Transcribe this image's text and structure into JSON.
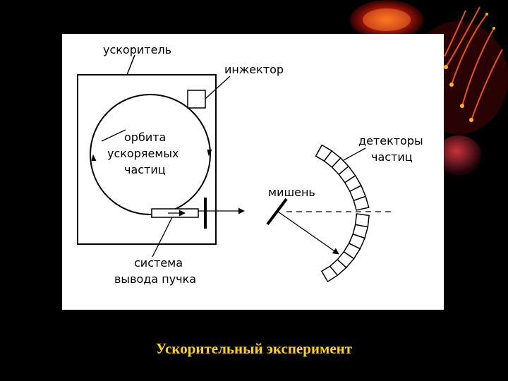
{
  "slide": {
    "caption": "Ускорительный эксперимент",
    "caption_color": "#ffd700",
    "background": "#000000"
  },
  "diagram": {
    "labels": {
      "accelerator": "ускоритель",
      "injector": "инжектор",
      "orbit_line1": "орбита",
      "orbit_line2": "ускоряемых",
      "orbit_line3": "частиц",
      "target": "мишень",
      "detectors_line1": "детекторы",
      "detectors_line2": "частиц",
      "extraction_line1": "система",
      "extraction_line2": "вывода пучка"
    }
  }
}
